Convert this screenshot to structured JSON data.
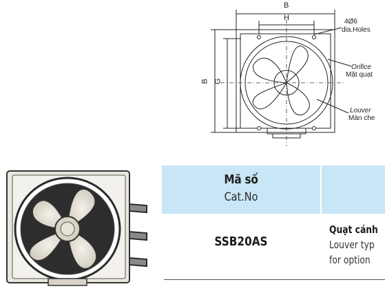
{
  "drawing": {
    "dim_b_top": "B",
    "dim_h": "H",
    "dim_b_side": "B",
    "dim_g": "G",
    "holes_line1": "4Ø6",
    "holes_line2": "dia.Holes",
    "orifice_en": "Orifice",
    "orifice_vi": "Mặt quạt",
    "louver_en": "Louver",
    "louver_vi": "Màn che"
  },
  "table": {
    "header_vi": "Mã số",
    "header_en": "Cat.No",
    "rows": [
      {
        "model": "SSB20AS",
        "desc_line1": "Quạt cánh",
        "desc_line2": "Louver typ",
        "desc_line3": "for option"
      }
    ]
  },
  "colors": {
    "header_bg": "#c8e6f5",
    "text": "#1a1a1a"
  }
}
